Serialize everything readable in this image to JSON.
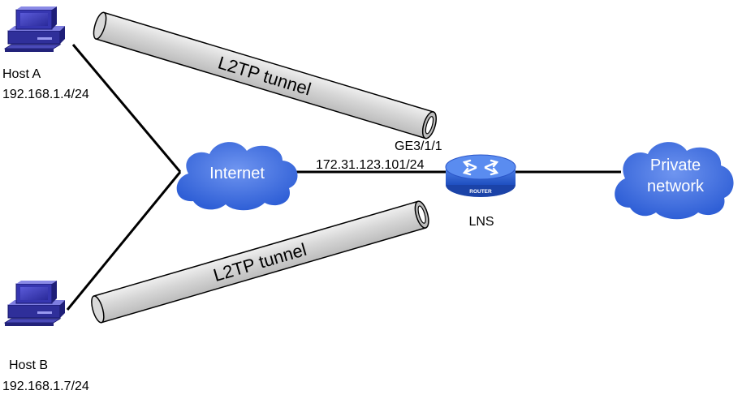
{
  "hosts": {
    "a": {
      "name": "Host A",
      "ip": "192.168.1.4/24",
      "icon": "desktop-computer-icon"
    },
    "b": {
      "name": "Host B",
      "ip": "192.168.1.7/24",
      "icon": "desktop-computer-icon"
    }
  },
  "internet": {
    "label": "Internet",
    "icon": "cloud-icon"
  },
  "private_network": {
    "line1": "Private",
    "line2": "network",
    "icon": "cloud-icon"
  },
  "router": {
    "name": "LNS",
    "badge": "ROUTER",
    "interface": "GE3/1/1",
    "ip": "172.31.123.101/24",
    "icon": "router-icon"
  },
  "tunnels": [
    {
      "label": "L2TP tunnel"
    },
    {
      "label": "L2TP tunnel"
    }
  ],
  "colors": {
    "cloud": "#3d6ee0",
    "router": "#2e63d8",
    "tunnel_fill": "#d3d3d3",
    "line": "#000000"
  }
}
